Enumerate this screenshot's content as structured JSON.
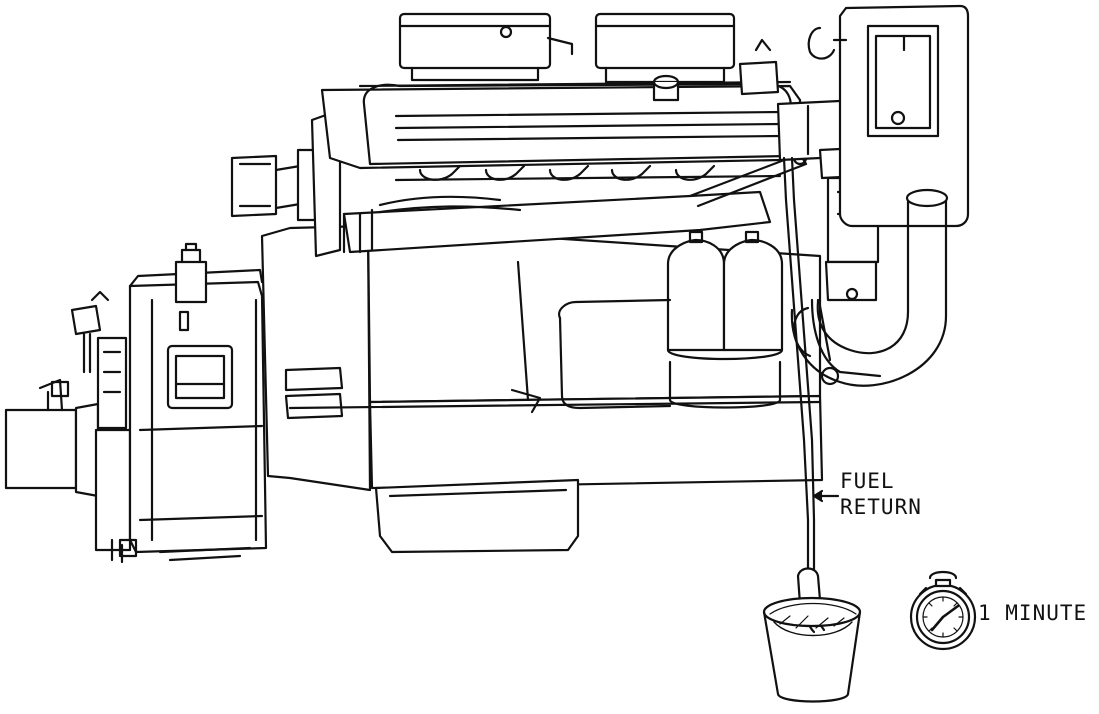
{
  "labels": {
    "fuel_return_line1": "FUEL",
    "fuel_return_line2": "RETURN",
    "timer": "1 MINUTE"
  },
  "colors": {
    "ink": "#111111",
    "paper": "#ffffff"
  },
  "icons": {
    "timer": "stopwatch-icon",
    "container": "bucket-icon"
  }
}
